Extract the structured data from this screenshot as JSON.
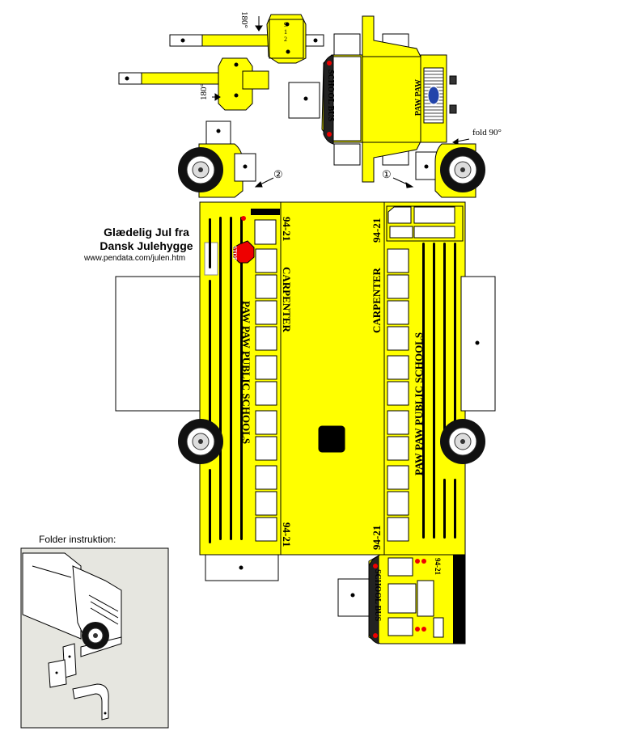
{
  "greeting": {
    "line1": "Glædelig Jul fra",
    "line2": "Dansk Julehygge",
    "url": "www.pendata.com/julen.htm"
  },
  "folder_label": "Folder instruktion:",
  "fold_label": "fold 90°",
  "rotation_labels": {
    "top": "180°",
    "bottom": "180°"
  },
  "callouts": {
    "one": "①",
    "two": "②"
  },
  "bus": {
    "unit_number": "94-21",
    "driver_name": "CARPENTER",
    "district": "PAW PAW PUBLIC SCHOOLS",
    "front_sign": "SCHOOL BUS",
    "hood_text": "PAW PAW",
    "stop_sign": "STOP",
    "flap_numbers": [
      "9",
      "1",
      "2"
    ]
  },
  "colors": {
    "body_yellow": "#ffff00",
    "outline": "#000000",
    "wheel": "#111111",
    "tab_gray": "#ffffff"
  }
}
